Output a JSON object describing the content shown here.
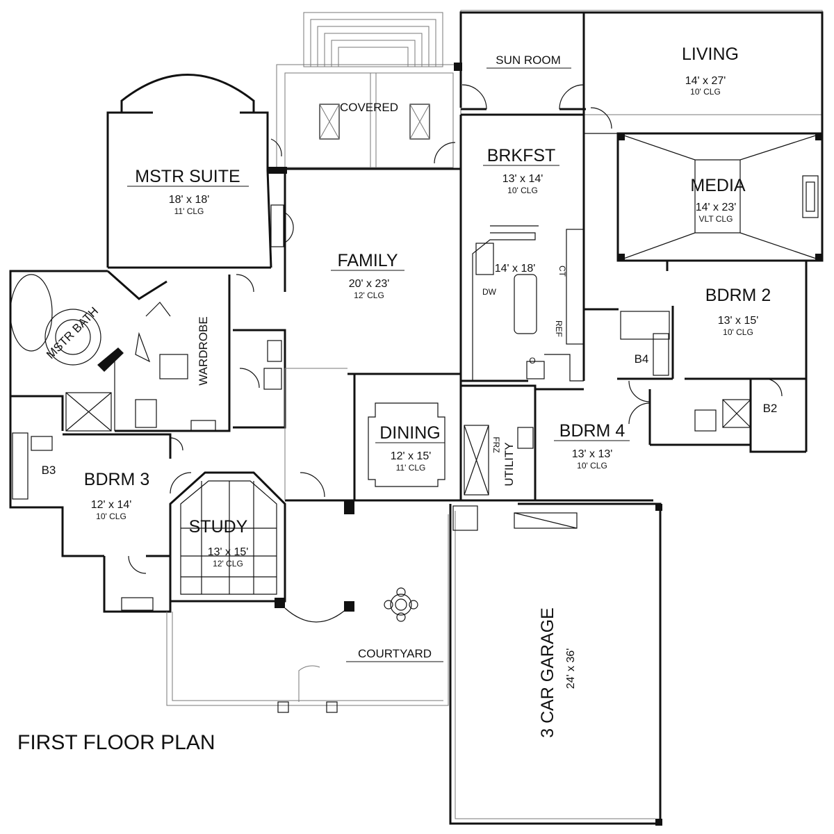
{
  "title": "FIRST FLOOR PLAN",
  "rooms": {
    "sun_room": {
      "name": "SUN ROOM"
    },
    "living": {
      "name": "LIVING",
      "size": "14' x 27'",
      "clg": "10' CLG"
    },
    "covered": {
      "name": "COVERED"
    },
    "brkfst": {
      "name": "BRKFST",
      "size": "13' x 14'",
      "clg": "10' CLG"
    },
    "media": {
      "name": "MEDIA",
      "size": "14' x 23'",
      "clg": "VLT CLG"
    },
    "mstr_suite": {
      "name": "MSTR SUITE",
      "size": "18' x 18'",
      "clg": "11' CLG"
    },
    "family": {
      "name": "FAMILY",
      "size": "20' x 23'",
      "clg": "12' CLG"
    },
    "kitchen": {
      "size": "14' x 18'"
    },
    "bdrm2": {
      "name": "BDRM 2",
      "size": "13' x 15'",
      "clg": "10' CLG"
    },
    "mstr_bath": {
      "name": "MSTR BATH"
    },
    "wardrobe": {
      "name": "WARDROBE"
    },
    "b4": {
      "name": "B4"
    },
    "b2": {
      "name": "B2"
    },
    "dining": {
      "name": "DINING",
      "size": "12' x 15'",
      "clg": "11' CLG"
    },
    "bdrm4": {
      "name": "BDRM 4",
      "size": "13' x 13'",
      "clg": "10' CLG"
    },
    "utility": {
      "name": "UTILITY"
    },
    "b3": {
      "name": "B3"
    },
    "bdrm3": {
      "name": "BDRM 3",
      "size": "12' x 14'",
      "clg": "10' CLG"
    },
    "study": {
      "name": "STUDY",
      "size": "13' x 15'",
      "clg": "12' CLG"
    },
    "courtyard": {
      "name": "COURTYARD"
    },
    "garage": {
      "name": "3 CAR GARAGE",
      "size": "24' x 36'"
    }
  },
  "fixtures": {
    "dw": "DW",
    "ct": "CT",
    "ref": "REF",
    "o": "O",
    "frz": "FRZ"
  }
}
